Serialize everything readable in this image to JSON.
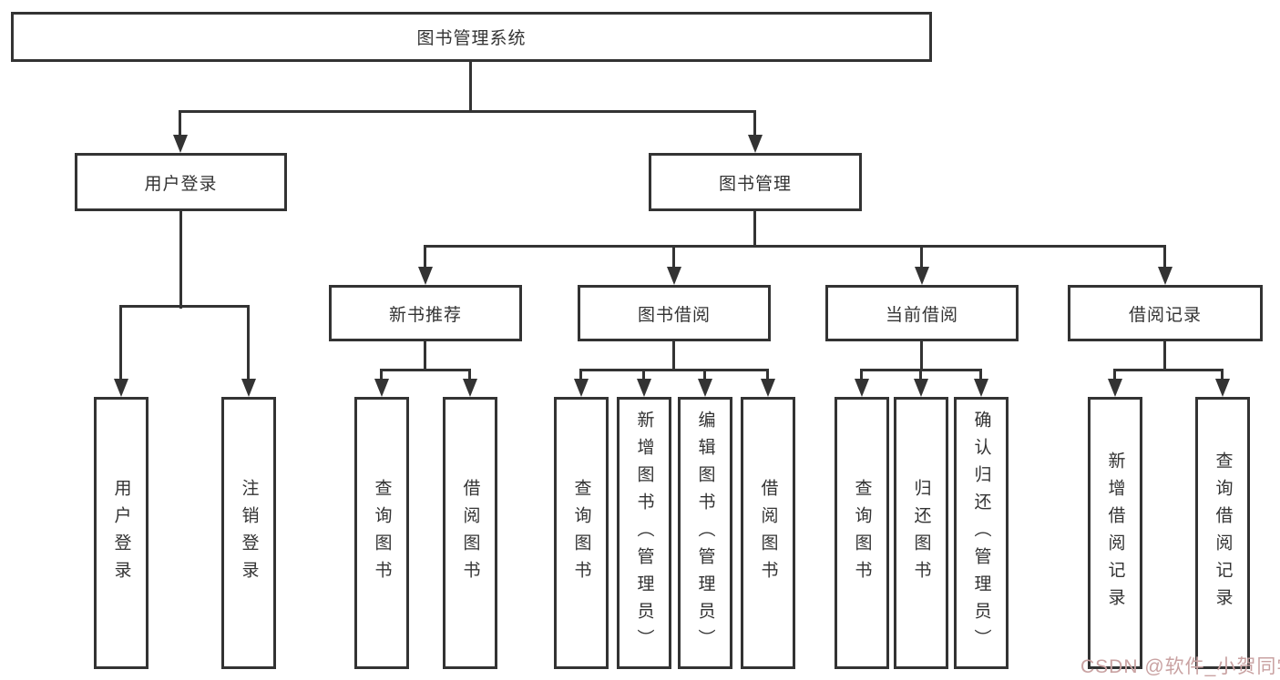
{
  "diagram": {
    "tree": {
      "root": {
        "label": "图书管理系统"
      },
      "branches": [
        {
          "label": "用户登录",
          "children": [
            {
              "label": "用户登录"
            },
            {
              "label": "注销登录"
            }
          ]
        },
        {
          "label": "图书管理",
          "groups": [
            {
              "label": "新书推荐",
              "children": [
                {
                  "label": "查询图书"
                },
                {
                  "label": "借阅图书"
                }
              ]
            },
            {
              "label": "图书借阅",
              "children": [
                {
                  "label": "查询图书"
                },
                {
                  "label": "新增图书（管理员）"
                },
                {
                  "label": "编辑图书（管理员）"
                },
                {
                  "label": "借阅图书"
                }
              ]
            },
            {
              "label": "当前借阅",
              "children": [
                {
                  "label": "查询图书"
                },
                {
                  "label": "归还图书"
                },
                {
                  "label": "确认归还（管理员）"
                }
              ]
            },
            {
              "label": "借阅记录",
              "children": [
                {
                  "label": "新增借阅记录"
                },
                {
                  "label": "查询借阅记录"
                }
              ]
            }
          ]
        }
      ]
    },
    "watermark": {
      "text": "CSDN @软件_小贺同学"
    },
    "colors": {
      "line": "#333333",
      "node_border": "#333333",
      "node_fill": "#ffffff",
      "text": "#333333",
      "watermark": "#c9a2a2",
      "background": "#ffffff"
    }
  }
}
